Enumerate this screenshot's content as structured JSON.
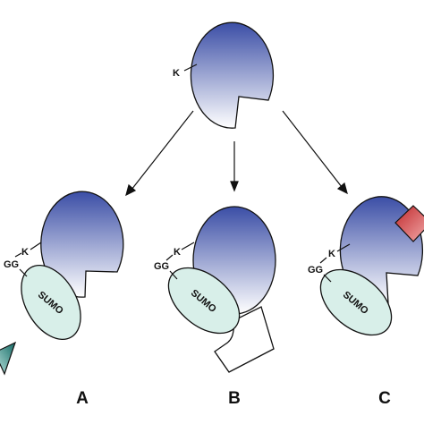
{
  "labels": {
    "lysine": "K",
    "diglycine": "GG",
    "sumo": "SUMO"
  },
  "panels": [
    "A",
    "B",
    "C"
  ],
  "colors": {
    "protein_top": "#3b4ea6",
    "protein_bottom": "#ffffff",
    "sumo_fill": "#d8efe9",
    "teal_partner": "#1f7f78",
    "red_partner": "#d23a3a",
    "outline": "#111111"
  }
}
